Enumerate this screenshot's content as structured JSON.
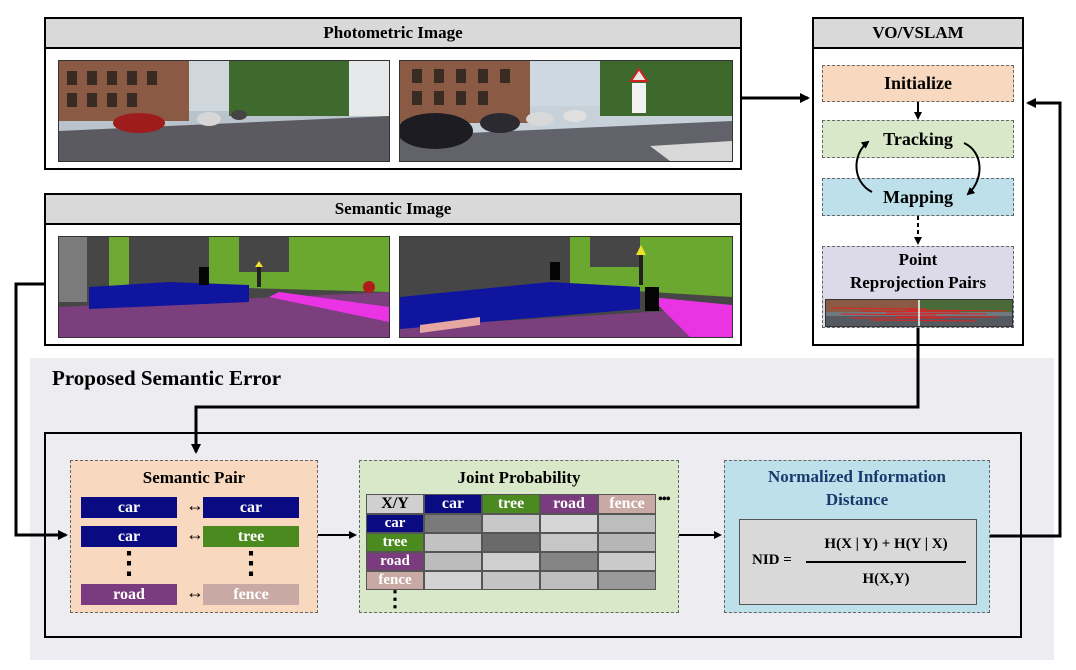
{
  "colors": {
    "car": "#0a0a82",
    "tree": "#4b8a1e",
    "road": "#7a3c7e",
    "fence": "#c9a9a4",
    "initialize": "#f8d9bf",
    "tracking": "#d9e8c8",
    "mapping": "#bde0ea",
    "reprojection": "#dcd9e8",
    "semantic_error_bg": "#ececf1",
    "semantic_pair_bg": "#f8d9bf",
    "joint_prob_bg": "#d9e8c8",
    "nid_bg": "#bde0ea"
  },
  "photometric": {
    "title": "Photometric Image"
  },
  "semantic_image": {
    "title": "Semantic Image"
  },
  "vslam": {
    "title": "VO/VSLAM",
    "initialize": "Initialize",
    "tracking": "Tracking",
    "mapping": "Mapping",
    "reprojection_line1": "Point",
    "reprojection_line2": "Reprojection Pairs"
  },
  "semantic_error": {
    "title": "Proposed Semantic Error",
    "semantic_pair": {
      "title": "Semantic Pair",
      "rows": [
        {
          "left": "car",
          "right": "car"
        },
        {
          "left": "car",
          "right": "tree"
        },
        {
          "left": "road",
          "right": "fence"
        }
      ],
      "arrow": "↔",
      "ellipsis": "⋮"
    },
    "joint_probability": {
      "title": "Joint Probability",
      "corner": "X/Y",
      "columns": [
        "car",
        "tree",
        "road",
        "fence"
      ],
      "rows": [
        "car",
        "tree",
        "road",
        "fence"
      ],
      "col_ellipsis": "•••",
      "row_ellipsis": "⋮"
    },
    "nid": {
      "title_line1": "Normalized Information",
      "title_line2": "Distance",
      "lhs": "NID =",
      "numerator": "H(X | Y) + H(Y | X)",
      "denominator": "H(X,Y)"
    }
  }
}
